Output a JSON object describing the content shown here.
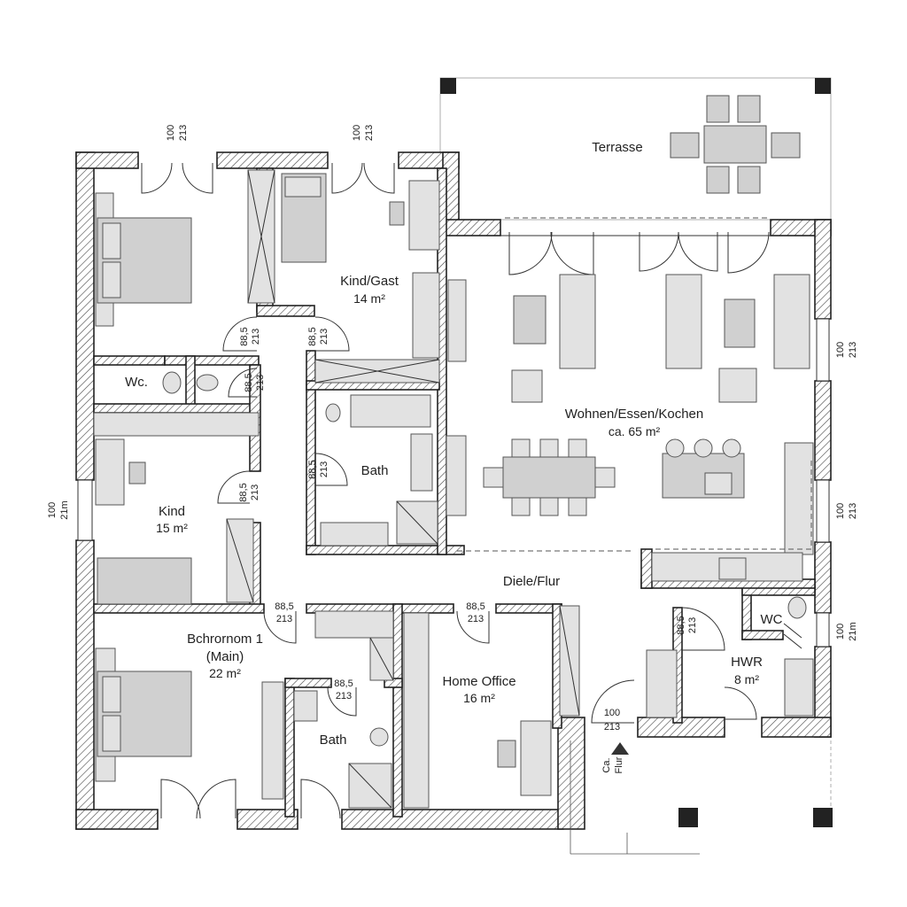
{
  "rooms": {
    "terrasse": {
      "label": "Terrasse"
    },
    "kind_gast": {
      "label": "Kind/Gast",
      "area": "14 m²"
    },
    "living": {
      "label": "Wohnen/Essen/Kochen",
      "area": "ca. 65 m²"
    },
    "wc_top": {
      "label": "Wc."
    },
    "bath_top": {
      "label": "Bath"
    },
    "kind": {
      "label": "Kind",
      "area": "15 m²"
    },
    "diele": {
      "label": "Diele/Flur"
    },
    "wc_right": {
      "label": "WC"
    },
    "hwr": {
      "label": "HWR",
      "area": "8 m²"
    },
    "master": {
      "label1": "Bchrornom 1",
      "label2": "(Main)",
      "area": "22 m²"
    },
    "home_office": {
      "label": "Home Office",
      "area": "16 m²"
    },
    "bath_bottom": {
      "label": "Bath"
    }
  },
  "entrance": {
    "line1": "Ca.",
    "line2": "Flur"
  },
  "dimensions": {
    "d_top1": {
      "a": "100",
      "b": "213"
    },
    "d_top2": {
      "a": "100",
      "b": "213"
    },
    "d_left": {
      "a": "100",
      "b": "21m"
    },
    "d_r1": {
      "a": "100",
      "b": "213"
    },
    "d_r2": {
      "a": "100",
      "b": "213"
    },
    "d_r3": {
      "a": "100",
      "b": "21m"
    },
    "d_bed1": {
      "a": "88,5",
      "b": "213"
    },
    "d_kg": {
      "a": "88,5",
      "b": "213"
    },
    "d_wc": {
      "a": "88,5",
      "b": "213"
    },
    "d_bath": {
      "a": "88,5",
      "b": "213"
    },
    "d_kind": {
      "a": "88,5",
      "b": "213"
    },
    "d_master": {
      "a": "88,5",
      "b": "213"
    },
    "d_bath2": {
      "a": "88,5",
      "b": "213"
    },
    "d_office": {
      "a": "88,5",
      "b": "213"
    },
    "d_hwr": {
      "a": "88,5",
      "b": "213"
    },
    "d_front": {
      "a": "100",
      "b": "213"
    }
  }
}
